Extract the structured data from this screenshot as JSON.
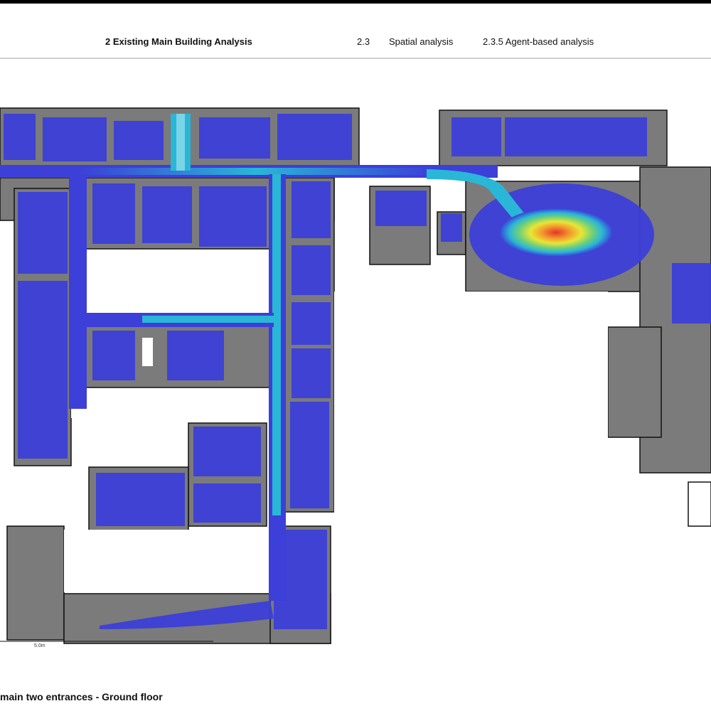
{
  "header": {
    "chapter_title": "2 Existing Main Building Analysis",
    "section_number": "2.3",
    "section_title": "Spatial analysis",
    "subsection": "2.3.5 Agent-based analysis"
  },
  "figure": {
    "caption": "main two entrances - Ground floor",
    "scale_label": "5.0m",
    "colors": {
      "wall": "#7b7b7b",
      "low": "#3c3fd8",
      "medium": "#2ab6d6",
      "high": "#e8e635",
      "peak": "#e6332a",
      "outline": "#111111"
    }
  }
}
